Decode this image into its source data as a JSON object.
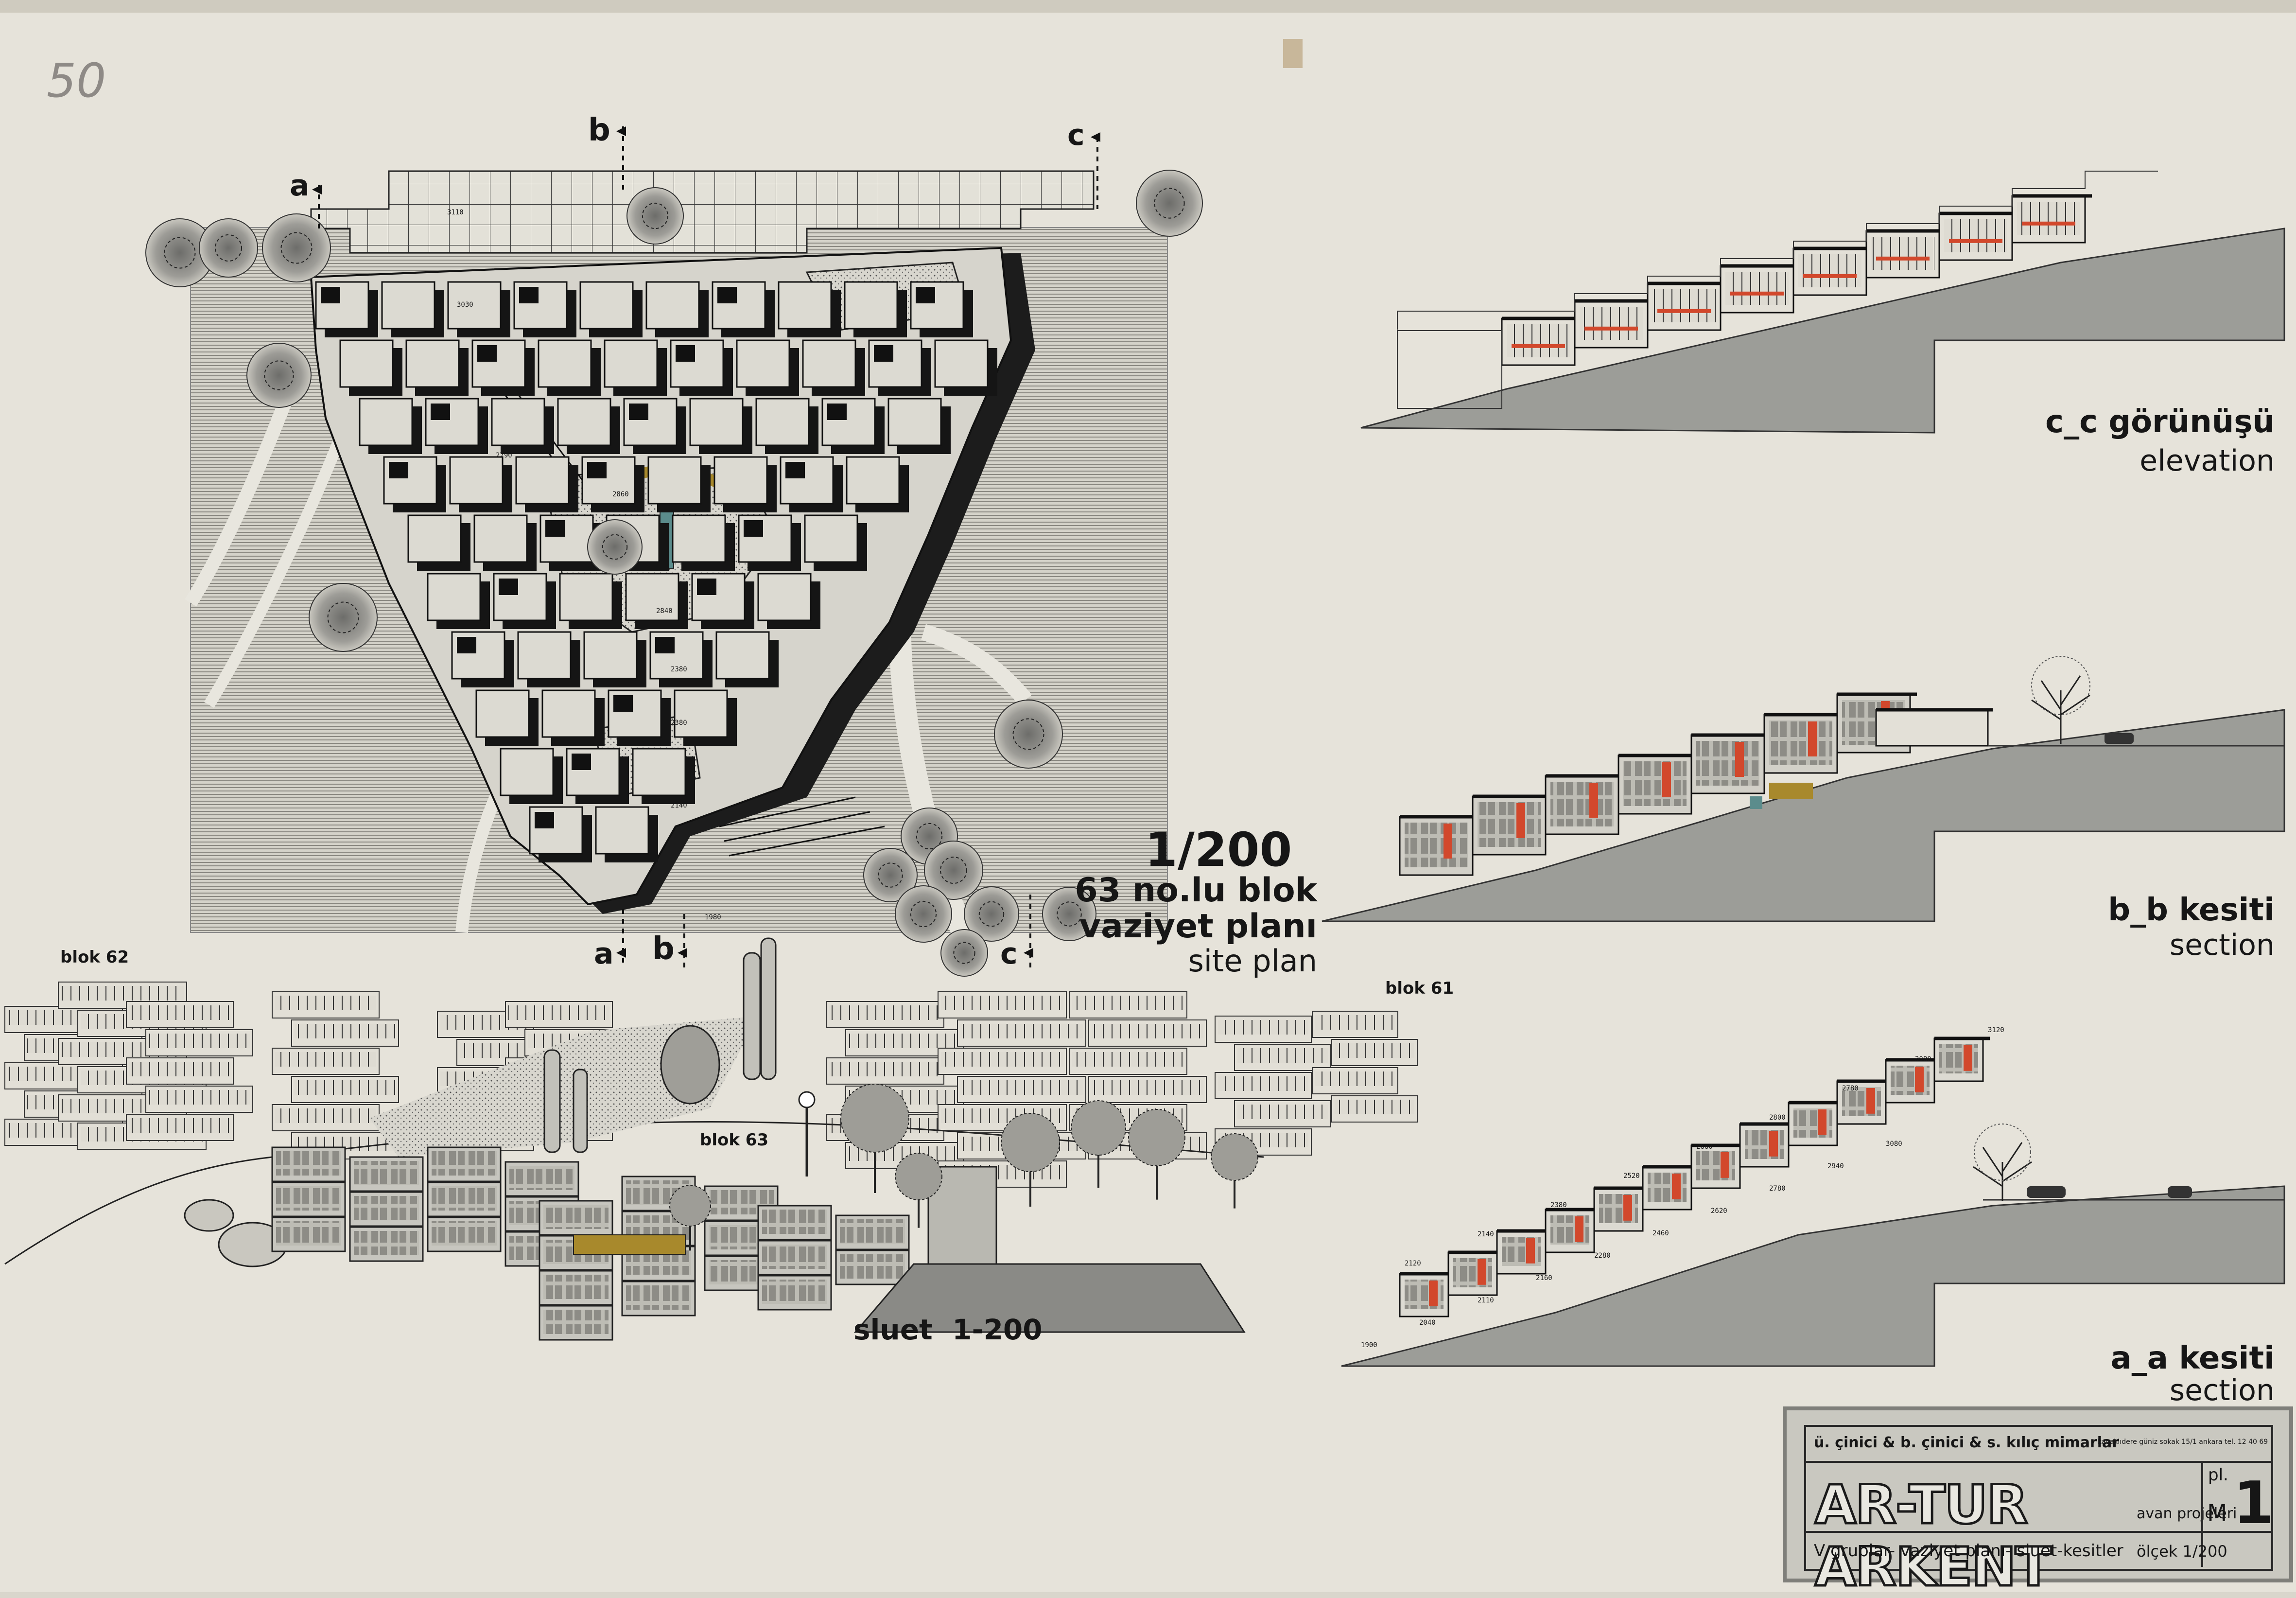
{
  "sheet": {
    "page_number": "50",
    "section_markers": {
      "a": "a",
      "b": "b",
      "c": "c"
    },
    "site_plan_scale": "1/200",
    "site_plan_title": "63 no.lu blok",
    "site_plan_title2": "vaziyet planı",
    "site_plan_subtitle": "site plan",
    "block_62": "blok 62",
    "block_61": "blok 61",
    "block_63": "blok 63",
    "silhouette_title": "sluet  1-200",
    "elevation_cc_title": "c_c görünüşü",
    "elevation_cc_subtitle": "elevation",
    "section_bb_title": "b_b kesiti",
    "section_bb_subtitle": "section",
    "section_aa_title": "a_a kesiti",
    "section_aa_subtitle": "section",
    "plan_levels": [
      "3110",
      "3030",
      "2790",
      "2860",
      "2840",
      "2380",
      "2380",
      "2140",
      "1980"
    ],
    "section_aa_levels": [
      "2120",
      "2140",
      "2380",
      "2520",
      "2660",
      "2800",
      "2780",
      "3080",
      "3120",
      "1900",
      "2040",
      "2110",
      "2160",
      "2280",
      "2460",
      "2620",
      "2780",
      "2940",
      "3080"
    ]
  },
  "title_block": {
    "architects": "ü. çinici & b. çinici & s. kılıç  mimarlar",
    "address": "kavaklıdere güniz sokak 15/1 ankara tel. 12 40 69",
    "project": "AR-TUR ARKENT",
    "phase": "avan projeleri",
    "description": "V gruplar- vaziyet planı- sluet-kesitler",
    "scale": "ölçek 1/200",
    "pl_label": "pl.",
    "sheet_code": "M",
    "sheet_number": "1"
  },
  "colors": {
    "paper": "#e6e3da",
    "ink": "#141414",
    "terrain": "#9c9d98",
    "accent_red": "#d2482c",
    "accent_ochre": "#a8892c",
    "accent_teal": "#5b8c8c"
  }
}
